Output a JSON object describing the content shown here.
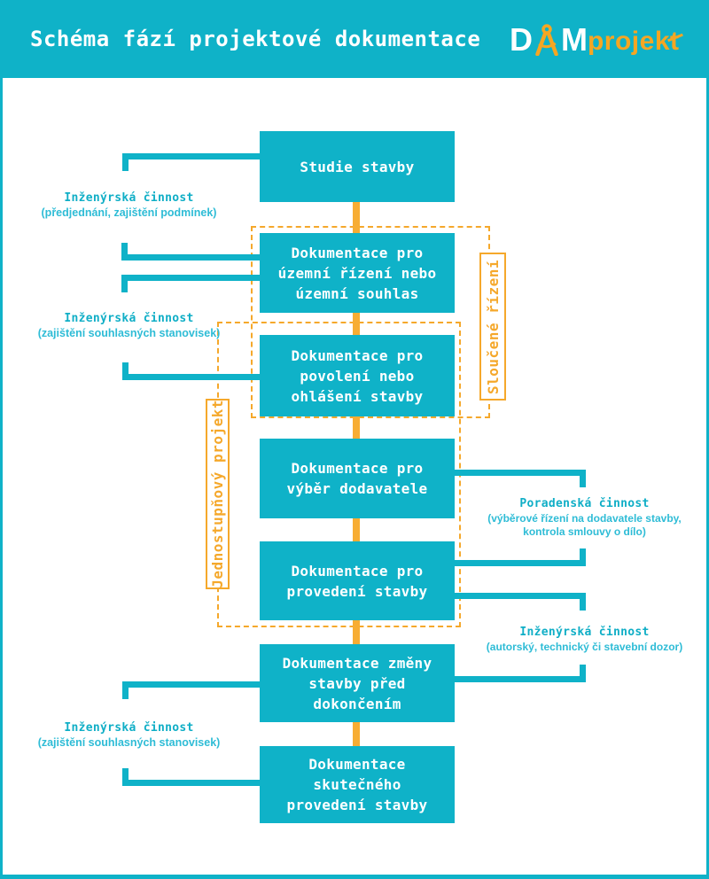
{
  "header": {
    "title": "Schéma fází projektové dokumentace",
    "logo": {
      "part_d": "D",
      "part_m": "M",
      "part_projek": "projek",
      "part_t": "t"
    }
  },
  "colors": {
    "teal": "#0FB2C8",
    "orange": "#F5A82B",
    "logo_orange": "#F5A623",
    "box_text": "#FFFFFF",
    "background": "#FFFFFF"
  },
  "flow": {
    "boxes": [
      {
        "label": "Studie stavby"
      },
      {
        "label": "Dokumentace pro\núzemní řízení nebo\núzemní souhlas"
      },
      {
        "label": "Dokumentace pro\npovolení nebo\nohlášení stavby"
      },
      {
        "label": "Dokumentace pro\nvýběr dodavatele"
      },
      {
        "label": "Dokumentace pro\nprovedení stavby"
      },
      {
        "label": "Dokumentace změny\nstavby před\ndokončením"
      },
      {
        "label": "Dokumentace\nskutečného\nprovedení stavby"
      }
    ],
    "groups": [
      {
        "label": "Sloučené řízení",
        "side": "right",
        "encloses": "boxes 2-3"
      },
      {
        "label": "Jednostupňový projekt",
        "side": "left",
        "encloses": "boxes 3-5"
      }
    ],
    "annotations": [
      {
        "title": "Inženýrská činnost",
        "subtitle": "(předjednání, zajištění podmínek)",
        "side": "left"
      },
      {
        "title": "Inženýrská činnost",
        "subtitle": "(zajištění souhlasných stanovisek)",
        "side": "left"
      },
      {
        "title": "Poradenská činnost",
        "subtitle": "(výběrové řízení na dodavatele stavby,\nkontrola smlouvy o dílo)",
        "side": "right"
      },
      {
        "title": "Inženýrská činnost",
        "subtitle": "(autorský, technický či stavební dozor)",
        "side": "right"
      },
      {
        "title": "Inženýrská činnost",
        "subtitle": "(zajištění souhlasných stanovisek)",
        "side": "left"
      }
    ]
  }
}
